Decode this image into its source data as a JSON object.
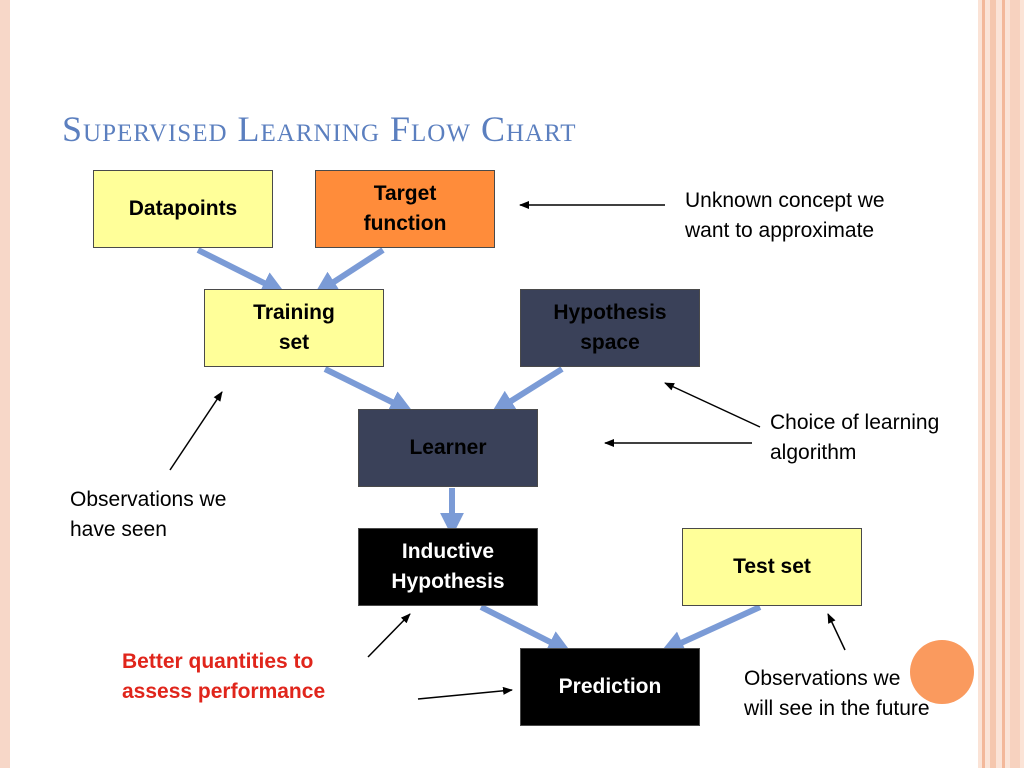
{
  "title": "Supervised Learning Flow Chart",
  "colors": {
    "accent_title": "#5b7fbf",
    "arrow_blue": "#7b9bd6",
    "yellow_box": "#ffff99",
    "orange_box": "#ff8c3a",
    "navy_box": "#3a4159",
    "black_box": "#000000",
    "red_note": "#e0251b",
    "decor_circle": "#fa9a5e"
  },
  "boxes": {
    "datapoints": "Datapoints",
    "target_function": "Target\nfunction",
    "training_set": "Training\nset",
    "hypothesis_space": "Hypothesis\nspace",
    "learner": "Learner",
    "inductive_hypothesis": "Inductive\nHypothesis",
    "test_set": "Test set",
    "prediction": "Prediction"
  },
  "notes": {
    "unknown_concept": "Unknown concept we\nwant to approximate",
    "choice_algorithm": "Choice of learning\nalgorithm",
    "observations_seen": "Observations we\nhave seen",
    "better_quantities": "Better quantities to\nassess performance",
    "observations_future": "Observations we\nwill see in the future"
  }
}
